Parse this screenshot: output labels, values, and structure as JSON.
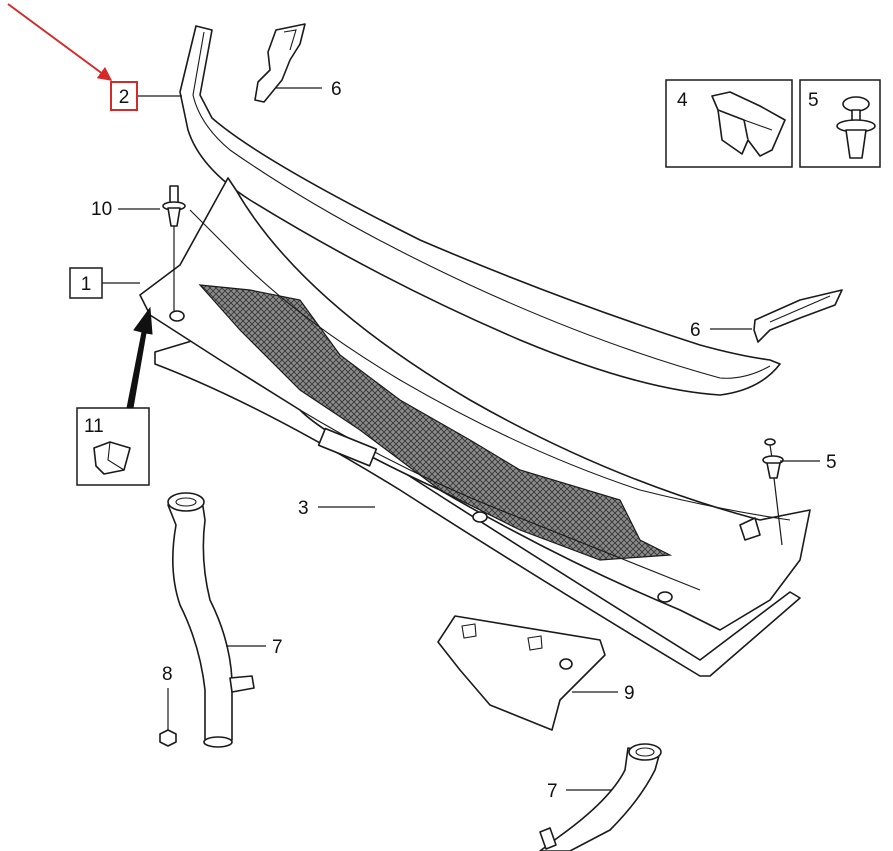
{
  "callouts": {
    "c1": "1",
    "c2": "2",
    "c3": "3",
    "c4": "4",
    "c5a": "5",
    "c5b": "5",
    "c6a": "6",
    "c6b": "6",
    "c7a": "7",
    "c7b": "7",
    "c8": "8",
    "c9": "9",
    "c10": "10",
    "c11": "11"
  },
  "colors": {
    "highlight": "#d42a2a",
    "ink": "#1a1a1a",
    "mesh": "#444444"
  }
}
